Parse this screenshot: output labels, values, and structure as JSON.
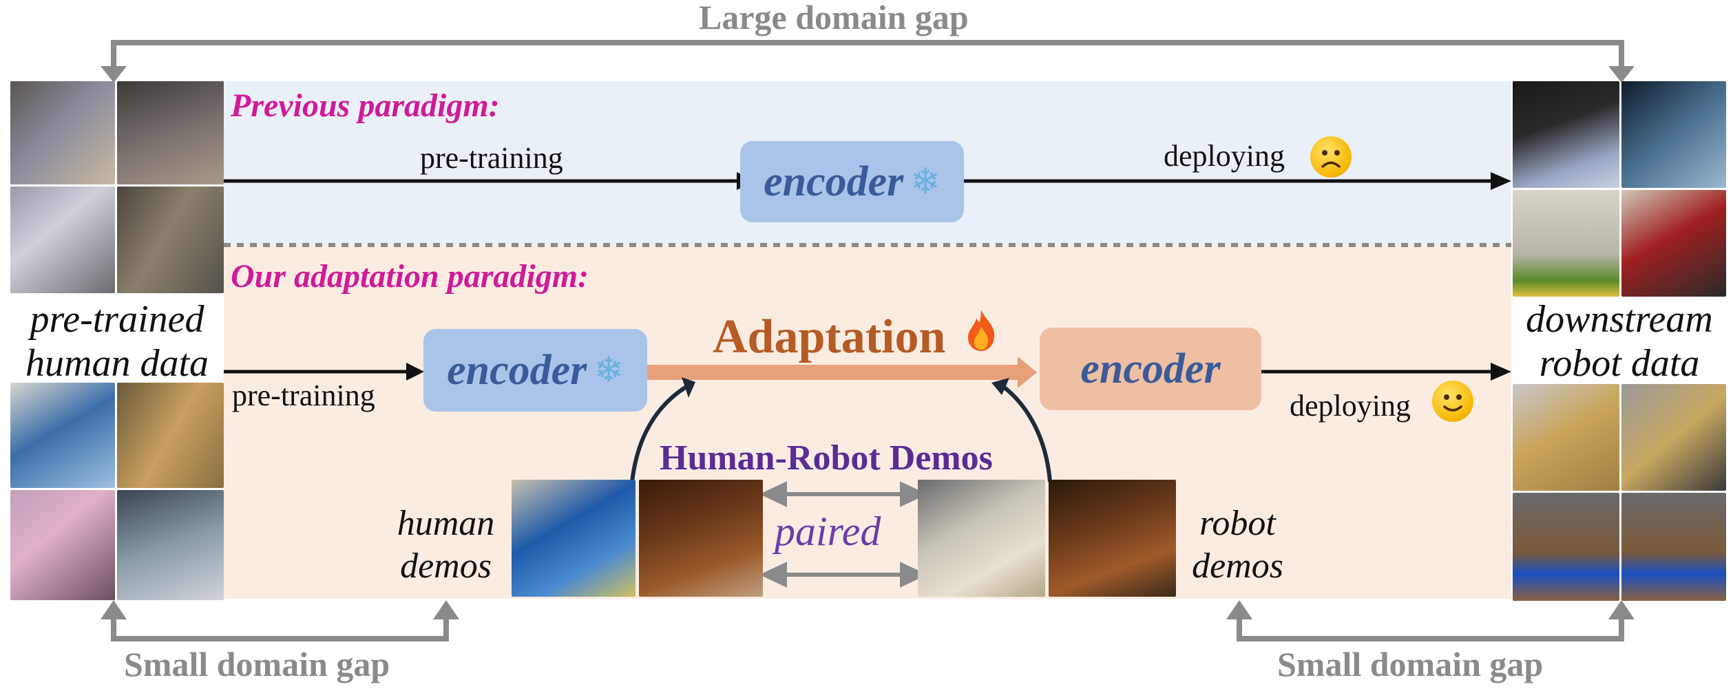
{
  "top_gap": {
    "label": "Large domain gap"
  },
  "bottom_left_gap": {
    "label": "Small domain gap"
  },
  "bottom_right_gap": {
    "label": "Small domain gap"
  },
  "previous": {
    "title": "Previous paradigm:",
    "pretrain_label": "pre-training",
    "deploy_label": "deploying",
    "encoder_label": "encoder",
    "encoder_icon": "snowflake-icon",
    "mood_icon": "sad-face-icon"
  },
  "ours": {
    "title": "Our adaptation paradigm:",
    "pretrain_label": "pre-training",
    "deploy_label": "deploying",
    "frozen_encoder_label": "encoder",
    "frozen_icon": "snowflake-icon",
    "adapted_encoder_label": "encoder",
    "adaptation_label": "Adaptation",
    "adaptation_icon": "fire-icon",
    "mood_icon": "smile-face-icon",
    "demos_title": "Human-Robot Demos",
    "paired_label": "paired",
    "human_demos_label": "human\ndemos",
    "robot_demos_label": "robot\ndemos"
  },
  "left_data_label": "pre-trained\nhuman data",
  "right_data_label": "downstream\nrobot data",
  "colors": {
    "paradigm_title": "#d01a9a",
    "top_band": "#eaf0f8",
    "bottom_band": "#fbece2",
    "encoder_blue": "#a9c4e8",
    "encoder_orange": "#eebfa2",
    "adaptation": "#b55b26",
    "demos_title": "#5b2b96",
    "gap_arrow": "#8a8a8a"
  }
}
